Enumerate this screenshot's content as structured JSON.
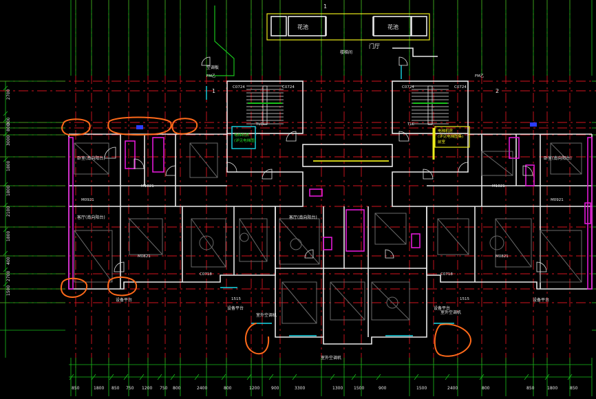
{
  "colors": {
    "background": "#000000",
    "axis_red": "#d4141e",
    "grid_green": "#19c21c",
    "wall_white": "#e9e9e9",
    "wall_gray": "#a8a8a8",
    "magenta": "#e21ad6",
    "cyan": "#18d8e8",
    "yellow": "#ecec1c",
    "orange_mark": "#ff6a1a",
    "blue": "#2a3cff",
    "label_green": "#22e12a",
    "furniture_gray": "#6a6a6a"
  },
  "icons": [
    "door-swing-icon",
    "stair-icon",
    "furniture-icon",
    "room-label-icon"
  ],
  "left_dimensions": [
    "2700",
    "300",
    "800",
    "3000",
    "1800",
    "1800",
    "2100",
    "1800",
    "400",
    "2700",
    "1500"
  ],
  "bottom_dimensions": [
    "850",
    "1800",
    "850",
    "750",
    "1200",
    "750",
    "800",
    "2400",
    "800",
    "1200",
    "900",
    "3300",
    "1300",
    "1500",
    "900",
    "1500",
    "2400",
    "800",
    "850",
    "1800",
    "850"
  ],
  "top_labels": [
    "花池",
    "花池",
    "门厅"
  ],
  "room_labels": [
    {
      "text": "卧室(南向阳台)",
      "kind": "room"
    },
    {
      "text": "卧室(南向阳台)",
      "kind": "room"
    },
    {
      "text": "客厅(南向阳台)",
      "kind": "room"
    },
    {
      "text": "客厅(南向阳台)",
      "kind": "room"
    },
    {
      "text": "设备平台",
      "kind": "note"
    },
    {
      "text": "设备平台",
      "kind": "note"
    },
    {
      "text": "设备平台",
      "kind": "note"
    },
    {
      "text": "设备平台",
      "kind": "note"
    },
    {
      "text": "室外空调机",
      "kind": "note"
    },
    {
      "text": "室外空调机",
      "kind": "note"
    },
    {
      "text": "室外空调机",
      "kind": "note"
    },
    {
      "text": "空调板",
      "kind": "note"
    }
  ],
  "tags": [
    "C0724",
    "C0724",
    "C0724",
    "C0724",
    "M1021",
    "M1021",
    "M0921",
    "M0921",
    "M0821",
    "M0821",
    "FM乙",
    "FM乙",
    "TLC",
    "TLC",
    "C0718",
    "C0718",
    "1515",
    "1515"
  ],
  "unit_number": "1",
  "stair_label": "楼梯间",
  "marker_1": "1",
  "marker_2": "2",
  "yellow_note_lines": [
    "电梯机房",
    "(详见电梯图集)",
    "前室"
  ],
  "cyan_note_lines": [
    "电梯机房",
    "(详见电梯图)"
  ]
}
